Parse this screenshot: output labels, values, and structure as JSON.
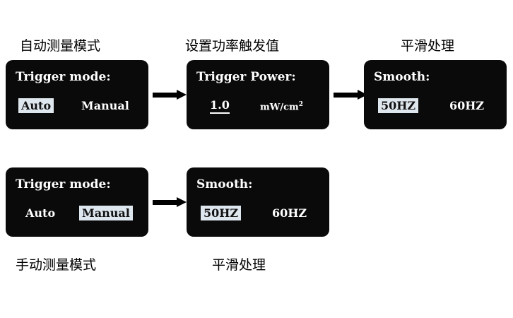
{
  "diagram": {
    "title": "",
    "captions": {
      "auto_mode": "自动测量模式",
      "set_power_trigger": "设置功率触发值",
      "smooth_top": "平滑处理",
      "manual_mode": "手动测量模式",
      "smooth_bottom": "平滑处理"
    },
    "screens": {
      "trigger_mode_auto": {
        "title": "Trigger mode:",
        "options": [
          {
            "label": "Auto",
            "selected": true
          },
          {
            "label": "Manual",
            "selected": false
          }
        ]
      },
      "trigger_power": {
        "title": "Trigger Power:",
        "value": "1.0",
        "unit": "mW/cm",
        "unit_sup": "2"
      },
      "smooth_top": {
        "title": "Smooth:",
        "options": [
          {
            "label": "50HZ",
            "selected": true
          },
          {
            "label": "60HZ",
            "selected": false
          }
        ]
      },
      "trigger_mode_manual": {
        "title": "Trigger mode:",
        "options": [
          {
            "label": "Auto",
            "selected": false
          },
          {
            "label": "Manual",
            "selected": true
          }
        ]
      },
      "smooth_bottom": {
        "title": "Smooth:",
        "options": [
          {
            "label": "50HZ",
            "selected": true
          },
          {
            "label": "60HZ",
            "selected": false
          }
        ]
      }
    },
    "colors": {
      "screen_background": "#0a0a0a",
      "screen_text": "#ffffff",
      "highlight_background": "#dfe7ee",
      "highlight_text": "#111111",
      "page_background": "#ffffff",
      "arrow": "#000000"
    }
  }
}
